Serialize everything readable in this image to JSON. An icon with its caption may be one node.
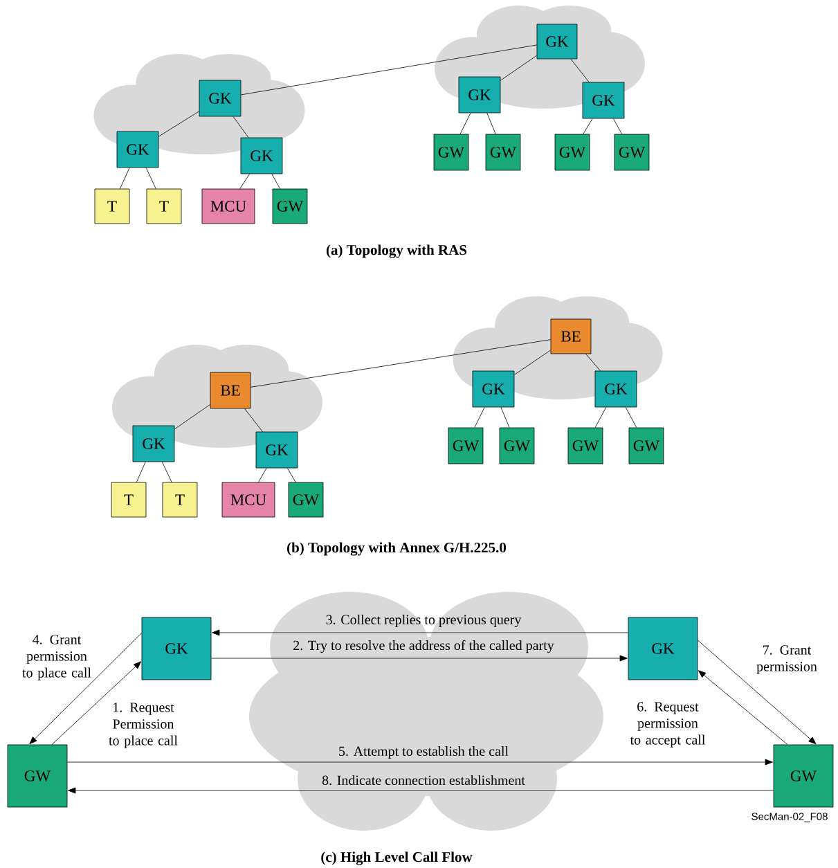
{
  "diagram": {
    "nodes": [
      {
        "text": [
          "GK"
        ]
      },
      {
        "text": [
          "GK"
        ]
      },
      {
        "text": [
          "GK"
        ]
      },
      {
        "text": [
          "GK"
        ]
      },
      {
        "text": [
          "T"
        ]
      },
      {
        "text": [
          "T"
        ]
      },
      {
        "text": [
          "MCU"
        ]
      },
      {
        "text": [
          "GW"
        ]
      },
      {
        "text": [
          "GK"
        ]
      },
      {
        "text": [
          "GK"
        ]
      },
      {
        "text": [
          "GW"
        ]
      },
      {
        "text": [
          "GW"
        ]
      },
      {
        "text": [
          "GW"
        ]
      },
      {
        "text": [
          "GW"
        ]
      },
      {
        "text": [
          "BE"
        ]
      },
      {
        "text": [
          "BE"
        ]
      },
      {
        "text": [
          "GK"
        ]
      },
      {
        "text": [
          "GK"
        ]
      },
      {
        "text": [
          "T"
        ]
      },
      {
        "text": [
          "T"
        ]
      },
      {
        "text": [
          "MCU"
        ]
      },
      {
        "text": [
          "GW"
        ]
      },
      {
        "text": [
          "GK"
        ]
      },
      {
        "text": [
          "GK"
        ]
      },
      {
        "text": [
          "GW"
        ]
      },
      {
        "text": [
          "GW"
        ]
      },
      {
        "text": [
          "GW"
        ]
      },
      {
        "text": [
          "GW"
        ]
      },
      {
        "text": [
          "GK"
        ]
      },
      {
        "text": [
          "GK"
        ]
      },
      {
        "text": [
          "GW"
        ]
      },
      {
        "text": [
          "GW"
        ]
      }
    ],
    "edges": [
      {
        "from": 0,
        "to": 1,
        "arrow": "none"
      },
      {
        "from": 0,
        "to": 8,
        "arrow": "none"
      },
      {
        "from": 0,
        "to": 9,
        "arrow": "none"
      },
      {
        "from": 1,
        "to": 2,
        "arrow": "none"
      },
      {
        "from": 1,
        "to": 3,
        "arrow": "none"
      },
      {
        "from": 2,
        "to": 4,
        "arrow": "none"
      },
      {
        "from": 2,
        "to": 5,
        "arrow": "none"
      },
      {
        "from": 3,
        "to": 6,
        "arrow": "none"
      },
      {
        "from": 3,
        "to": 7,
        "arrow": "none"
      },
      {
        "from": 8,
        "to": 10,
        "arrow": "none"
      },
      {
        "from": 8,
        "to": 11,
        "arrow": "none"
      },
      {
        "from": 9,
        "to": 12,
        "arrow": "none"
      },
      {
        "from": 9,
        "to": 13,
        "arrow": "none"
      },
      {
        "from": 14,
        "to": 15,
        "arrow": "none"
      },
      {
        "from": 14,
        "to": 22,
        "arrow": "none"
      },
      {
        "from": 14,
        "to": 23,
        "arrow": "none"
      },
      {
        "from": 15,
        "to": 16,
        "arrow": "none"
      },
      {
        "from": 15,
        "to": 17,
        "arrow": "none"
      },
      {
        "from": 16,
        "to": 18,
        "arrow": "none"
      },
      {
        "from": 16,
        "to": 19,
        "arrow": "none"
      },
      {
        "from": 17,
        "to": 20,
        "arrow": "none"
      },
      {
        "from": 17,
        "to": 21,
        "arrow": "none"
      },
      {
        "from": 22,
        "to": 24,
        "arrow": "none"
      },
      {
        "from": 22,
        "to": 25,
        "arrow": "none"
      },
      {
        "from": 23,
        "to": 26,
        "arrow": "none"
      },
      {
        "from": 23,
        "to": 27,
        "arrow": "none"
      },
      {
        "from": 30,
        "to": 28,
        "arrow": "to",
        "label": "1. Request Permission to place call"
      },
      {
        "from": 28,
        "to": 29,
        "arrow": "to",
        "label": "2. Try to resolve the address of the called party"
      },
      {
        "from": 29,
        "to": 28,
        "arrow": "to",
        "label": "3. Collect replies to previous query"
      },
      {
        "from": 28,
        "to": 30,
        "arrow": "to",
        "label": "4. Grant permission to place call"
      },
      {
        "from": 30,
        "to": 31,
        "arrow": "to",
        "label": "5. Attempt to establish the call"
      },
      {
        "from": 31,
        "to": 29,
        "arrow": "to",
        "label": "6. Request permission to accept call"
      },
      {
        "from": 29,
        "to": 31,
        "arrow": "to",
        "label": "7. Grant permission"
      },
      {
        "from": 31,
        "to": 30,
        "arrow": "to",
        "label": "8. Indicate connection establishment"
      }
    ],
    "labels": [
      "(a) Topology with RAS",
      "(b) Topology with Annex G/H.225.0",
      "SecMan-02_F08",
      "(c) High Level Call Flow"
    ]
  }
}
